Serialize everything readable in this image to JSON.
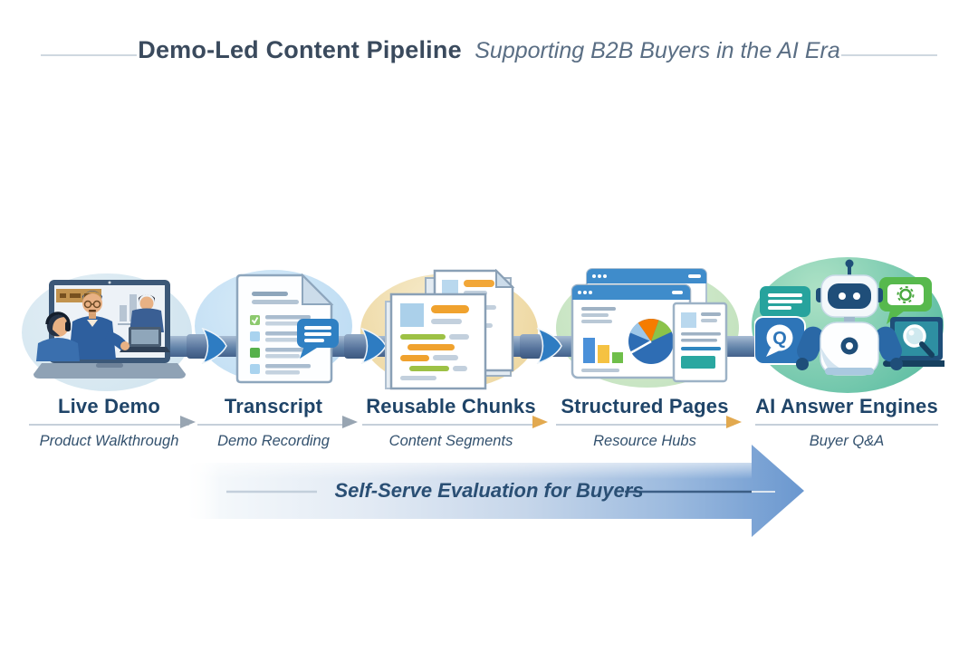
{
  "header": {
    "title_bold": "Demo-Led Content Pipeline",
    "title_italic": "Supporting B2B Buyers in the AI Era"
  },
  "stages": [
    {
      "id": "live-demo",
      "label": "Live Demo",
      "sublabel": "Product Walkthrough",
      "icon": "laptop-video-call-icon",
      "blob_color": "#cfe3ee"
    },
    {
      "id": "transcript",
      "label": "Transcript",
      "sublabel": "Demo Recording",
      "icon": "document-speech-bubble-icon",
      "blob_color": "#badaf2"
    },
    {
      "id": "reusable-chunks",
      "label": "Reusable Chunks",
      "sublabel": "Content Segments",
      "icon": "stacked-pages-icon",
      "blob_color": "#ecd397"
    },
    {
      "id": "structured-pages",
      "label": "Structured Pages",
      "sublabel": "Resource Hubs",
      "icon": "browser-charts-icon",
      "blob_color": "#bfe0ba"
    },
    {
      "id": "ai-answer-engines",
      "label": "AI Answer Engines",
      "sublabel": "Buyer Q&A",
      "icon": "robot-assistant-icon",
      "blob_color": "#4fb79d"
    }
  ],
  "connectors": [
    {
      "from": "Live Demo",
      "to": "Transcript",
      "arrow_color": "gray"
    },
    {
      "from": "Transcript",
      "to": "Reusable Chunks",
      "arrow_color": "gray"
    },
    {
      "from": "Reusable Chunks",
      "to": "Structured Pages",
      "arrow_color": "orange"
    },
    {
      "from": "Structured Pages",
      "to": "AI Answer Engines",
      "arrow_color": "orange"
    }
  ],
  "bottom_arrow": {
    "label": "Self-Serve Evaluation for Buyers"
  },
  "icons": {
    "q_bubble_letter": "Q"
  },
  "colors": {
    "title_text": "#3a4a5d",
    "subtitle_text": "#5a6e84",
    "stage_label": "#1f4468",
    "stage_sublabel": "#33516e",
    "pipe_blue": "#5d7fa6",
    "chevron_blue": "#2e7cc2",
    "connector_gray": "#98a5b2",
    "connector_orange": "#e2a94f",
    "big_arrow_blue": "#6a97cf",
    "big_arrow_text": "#2a4f74"
  }
}
